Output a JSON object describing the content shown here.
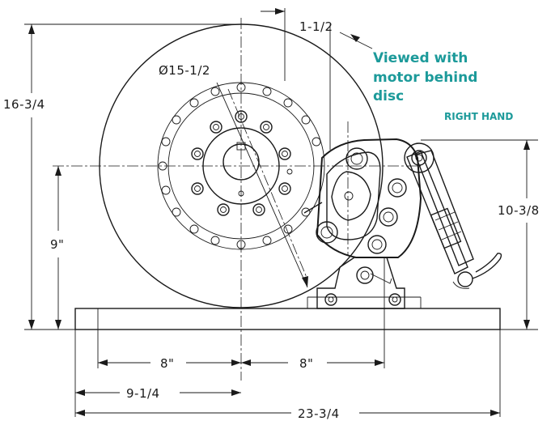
{
  "dimensions": {
    "overall_height": "16-3/4",
    "disc_diameter": "Ø15-1/2",
    "caliper_offset": "1-1/2",
    "caliper_height": "10-3/8",
    "center_height": "9\"",
    "left_span": "8\"",
    "right_span": "8\"",
    "center_from_left": "9-1/4",
    "overall_length": "23-3/4"
  },
  "notes": {
    "view_line1": "Viewed with",
    "view_line2": "motor behind",
    "view_line3": "disc",
    "hand": "RIGHT HAND"
  },
  "colors": {
    "note_teal": "#1c9a9a",
    "line": "#1a1a1a"
  }
}
